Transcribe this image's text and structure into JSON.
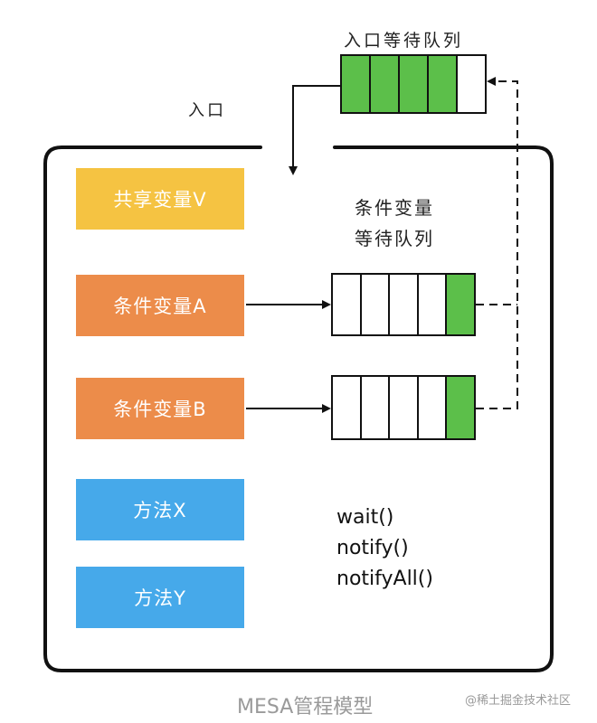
{
  "entry_queue": {
    "label": "入口等待队列",
    "cells_total": 5,
    "cells_filled": 4,
    "fill_color": "#5cbf4a"
  },
  "entry_label": "入口",
  "cond_queue_label_line1": "条件变量",
  "cond_queue_label_line2": "等待队列",
  "boxes": {
    "shared_var": {
      "label": "共享变量V",
      "color": "#f5c342"
    },
    "cond_a": {
      "label": "条件变量A",
      "color": "#ec8c4a"
    },
    "cond_b": {
      "label": "条件变量B",
      "color": "#ec8c4a"
    },
    "method_x": {
      "label": "方法X",
      "color": "#46a9ea"
    },
    "method_y": {
      "label": "方法Y",
      "color": "#46a9ea"
    }
  },
  "queue_a": {
    "cells_total": 5,
    "cells_filled": 1,
    "fill_color": "#5cbf4a"
  },
  "queue_b": {
    "cells_total": 5,
    "cells_filled": 1,
    "fill_color": "#5cbf4a"
  },
  "methods": [
    "wait()",
    "notify()",
    "notifyAll()"
  ],
  "caption": "MESA管程模型",
  "watermark": "@稀土掘金技术社区"
}
